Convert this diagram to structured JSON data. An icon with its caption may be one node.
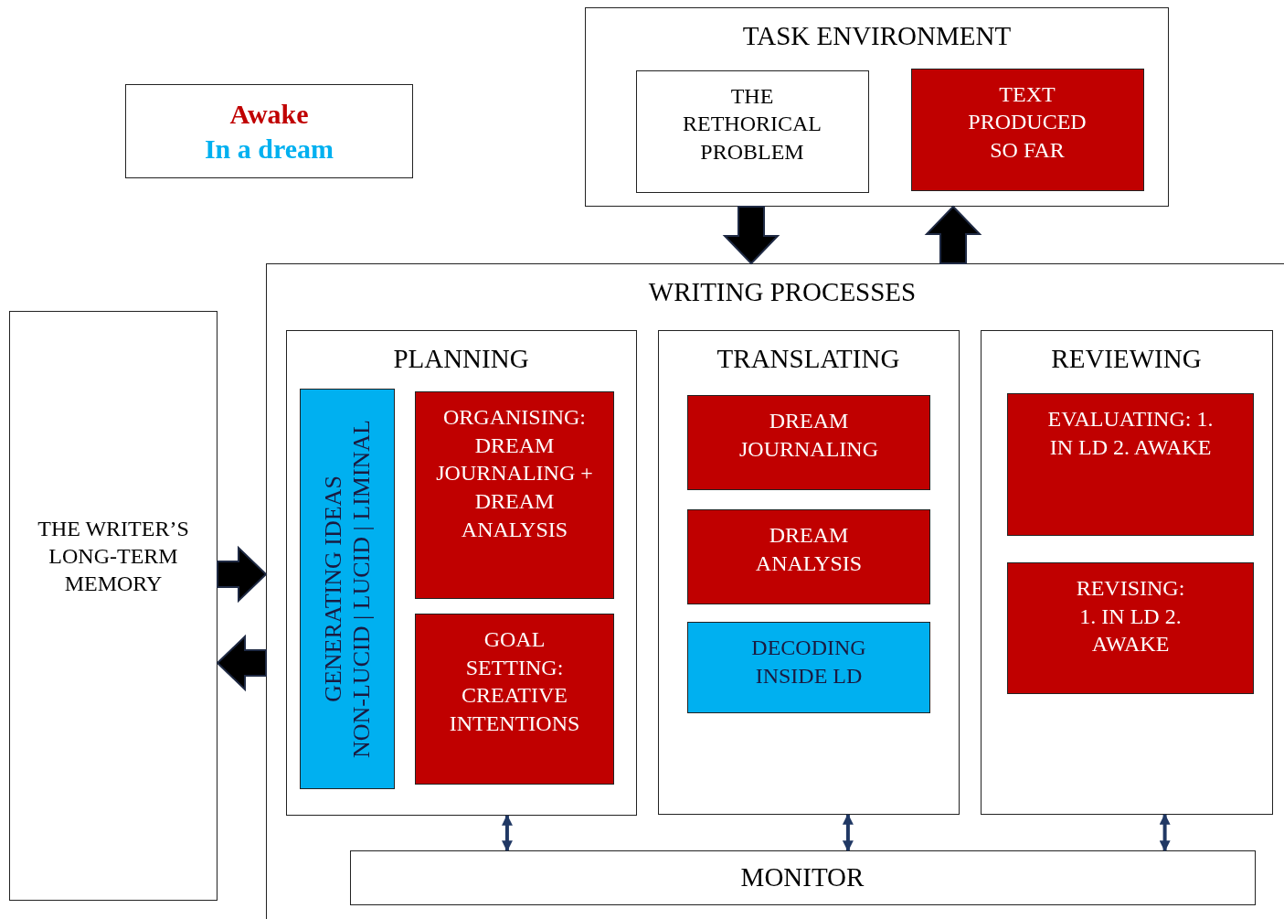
{
  "diagram": {
    "nodes": [
      {
        "text": [
          "TASK ENVIRONMENT"
        ]
      },
      {
        "text": [
          "THE RETHORICAL PROBLEM"
        ],
        "in": 0
      },
      {
        "text": [
          "TEXT PRODUCED SO FAR"
        ],
        "in": 0
      },
      {
        "text": [
          "WRITING PROCESSES"
        ]
      },
      {
        "text": [
          "PLANNING"
        ],
        "in": 3
      },
      {
        "text": [
          "GENERATING IDEAS",
          "NON-LUCID | LUCID | LIMINAL"
        ],
        "in": 4
      },
      {
        "text": [
          "ORGANISING: DREAM JOURNALING + DREAM ANALYSIS"
        ],
        "in": 4
      },
      {
        "text": [
          "GOAL SETTING: CREATIVE INTENTIONS"
        ],
        "in": 4
      },
      {
        "text": [
          "TRANSLATING"
        ],
        "in": 3
      },
      {
        "text": [
          "DREAM JOURNALING"
        ],
        "in": 8
      },
      {
        "text": [
          "DREAM ANALYSIS"
        ],
        "in": 8
      },
      {
        "text": [
          "DECODING INSIDE LD"
        ],
        "in": 8
      },
      {
        "text": [
          "REVIEWING"
        ],
        "in": 3
      },
      {
        "text": [
          "EVALUATING: 1. IN LD 2. AWAKE"
        ],
        "in": 12
      },
      {
        "text": [
          "REVISING: 1. IN LD 2. AWAKE"
        ],
        "in": 12
      },
      {
        "text": [
          "MONITOR"
        ],
        "in": 3
      },
      {
        "text": [
          "THE WRITER’S LONG-TERM MEMORY"
        ]
      }
    ],
    "edges": [
      {
        "from": 0,
        "to": 3,
        "arrow": "to",
        "style": "thick"
      },
      {
        "from": 3,
        "to": 0,
        "arrow": "to",
        "style": "thick"
      },
      {
        "from": 16,
        "to": 3,
        "arrow": "to",
        "style": "thick"
      },
      {
        "from": 3,
        "to": 16,
        "arrow": "to",
        "style": "thick"
      },
      {
        "from": 4,
        "to": 15,
        "arrow": "both",
        "color": "#203864"
      },
      {
        "from": 8,
        "to": 15,
        "arrow": "both",
        "color": "#203864"
      },
      {
        "from": 12,
        "to": 15,
        "arrow": "both",
        "color": "#203864"
      }
    ],
    "legend": [
      {
        "text": "Awake",
        "color": "#c00000"
      },
      {
        "text": "In a dream",
        "color": "#00b0f0"
      }
    ]
  }
}
